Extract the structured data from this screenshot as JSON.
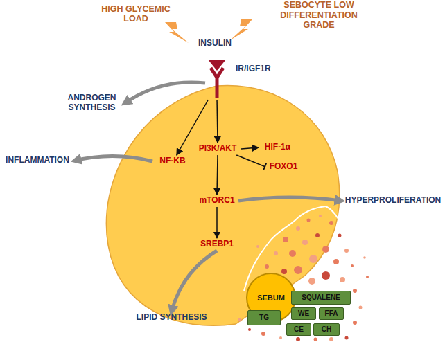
{
  "diagram": {
    "nodes": [
      {
        "text": [
          "HIGH GLYCEMIC LOAD"
        ]
      },
      {
        "text": [
          "SEBOCYTE LOW DIFFERENTIATION GRADE"
        ]
      },
      {
        "text": [
          "INSULIN"
        ]
      },
      {
        "text": [
          "IR/IGF1R"
        ]
      },
      {
        "text": [
          "ANDROGEN SYNTHESIS"
        ]
      },
      {
        "text": [
          "INFLAMMATION"
        ]
      },
      {
        "text": [
          "NF-KB"
        ]
      },
      {
        "text": [
          "PI3K/AKT"
        ]
      },
      {
        "text": [
          "HIF-1α"
        ]
      },
      {
        "text": [
          "FOXO1"
        ]
      },
      {
        "text": [
          "mTORC1"
        ]
      },
      {
        "text": [
          "HYPERPROLIFERATION"
        ]
      },
      {
        "text": [
          "SREBP1"
        ]
      },
      {
        "text": [
          "LIPID SYNTHESIS"
        ]
      },
      {
        "text": [
          "SEBUM"
        ]
      },
      {
        "text": [
          "SQUALENE"
        ]
      },
      {
        "text": [
          "WE"
        ]
      },
      {
        "text": [
          "FFA"
        ]
      },
      {
        "text": [
          "TG"
        ]
      },
      {
        "text": [
          "CE"
        ]
      },
      {
        "text": [
          "CH"
        ]
      }
    ],
    "edges": [
      {
        "from": 3,
        "to": 4,
        "arrow": "to"
      },
      {
        "from": 3,
        "to": 6,
        "arrow": "to"
      },
      {
        "from": 3,
        "to": 7,
        "arrow": "to"
      },
      {
        "from": 6,
        "to": 5,
        "arrow": "to"
      },
      {
        "from": 7,
        "to": 8,
        "arrow": "to"
      },
      {
        "from": 7,
        "to": 9,
        "arrow": "to"
      },
      {
        "from": 7,
        "to": 10,
        "arrow": "to"
      },
      {
        "from": 10,
        "to": 11,
        "arrow": "to"
      },
      {
        "from": 10,
        "to": 12,
        "arrow": "to"
      },
      {
        "from": 12,
        "to": 13,
        "arrow": "to"
      }
    ]
  }
}
